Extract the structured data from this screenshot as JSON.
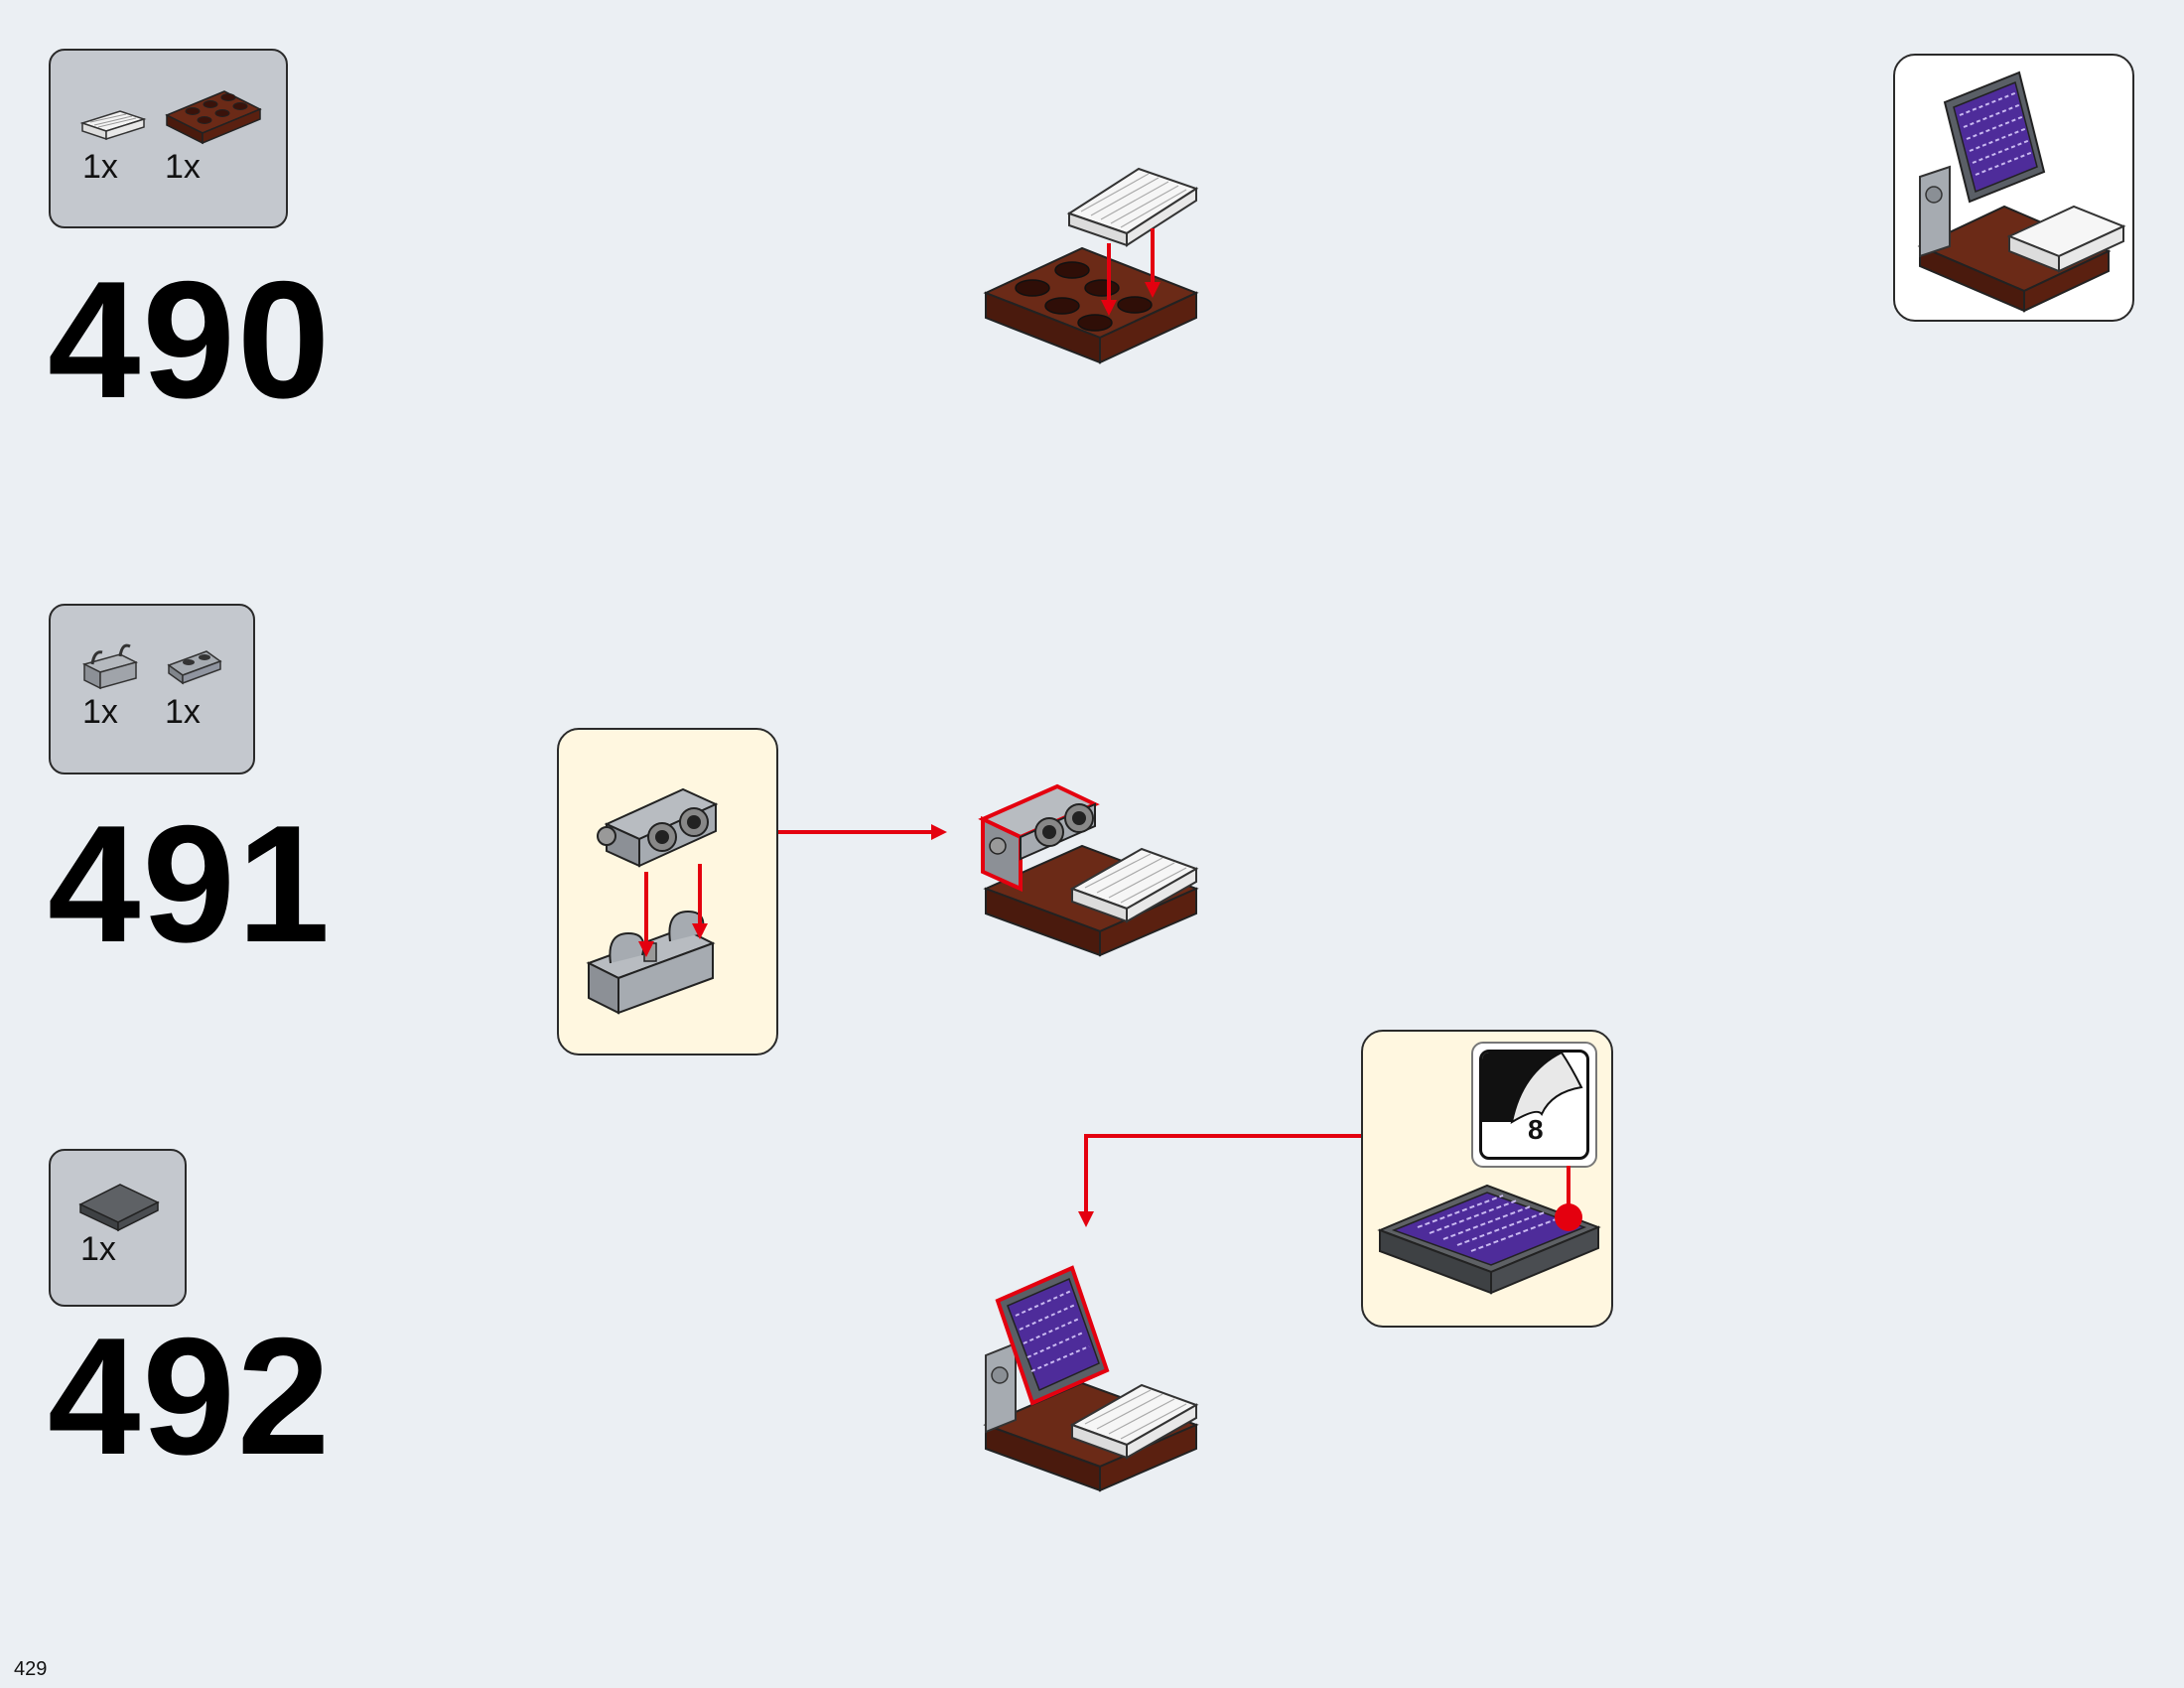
{
  "page_number": "429",
  "steps": [
    {
      "number": "490",
      "parts": [
        {
          "qty": "1x",
          "icon": "white-grille-tile"
        },
        {
          "qty": "1x",
          "icon": "brown-plate-2x3"
        }
      ]
    },
    {
      "number": "491",
      "parts": [
        {
          "qty": "1x",
          "icon": "gray-clip-bracket"
        },
        {
          "qty": "1x",
          "icon": "gray-hinge-plate"
        }
      ]
    },
    {
      "number": "492",
      "parts": [
        {
          "qty": "1x",
          "icon": "dark-gray-tile"
        }
      ]
    }
  ],
  "sticker": {
    "number": "8"
  },
  "colors": {
    "background": "#ebeff3",
    "parts_box": "#c4c8ce",
    "callout": "#fff7e0",
    "arrow": "#e4000f",
    "brown": "#5c2414",
    "light_gray": "#a6abb1",
    "purple_screen": "#4e2c9a"
  }
}
